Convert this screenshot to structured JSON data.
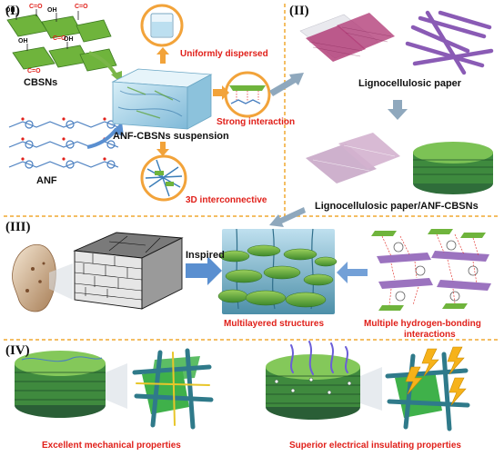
{
  "panels": {
    "p1": "(I)",
    "p2": "(II)",
    "p3": "(III)",
    "p4": "(IV)"
  },
  "labels": {
    "cbsns": "CBSNs",
    "anf": "ANF",
    "suspension": "ANF-CBSNs suspension",
    "uniform": "Uniformly dispersed",
    "strong": "Strong interaction",
    "interconnect": "3D interconnective",
    "ligno_paper": "Lignocellulosic paper",
    "ligno_anf": "Lignocellulosic paper/ANF-CBSNs",
    "inspired": "Inspired",
    "multilayer": "Multilayered structures",
    "hbond_1": "Multiple hydrogen-bonding",
    "hbond_2": "interactions",
    "mech": "Excellent mechanical properties",
    "elec": "Superior electrical insulating properties"
  },
  "chem": {
    "oh": "OH",
    "co": "C=O"
  },
  "colors": {
    "accent_red": "#e0201a",
    "divider": "#f0a830",
    "sheet_green": "#6fb43c",
    "fiber_blue": "#5a8fd0",
    "lignin_purple": "#8a5bb5",
    "arrow_green": "#7ab648",
    "arrow_gray": "#8fa8bd",
    "circle_orange": "#f2a33a"
  }
}
